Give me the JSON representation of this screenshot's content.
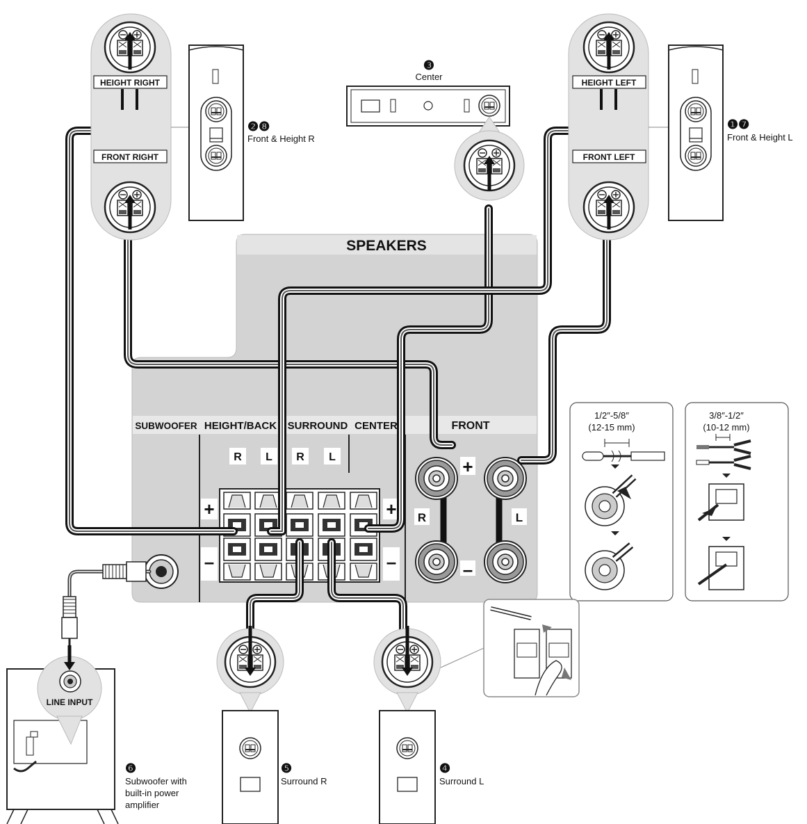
{
  "panel": {
    "title": "SPEAKERS",
    "sections": {
      "subwoofer": "SUBWOOFER",
      "height_back": "HEIGHT/BACK",
      "surround": "SURROUND",
      "center": "CENTER",
      "front": "FRONT"
    },
    "channel_letters": [
      "R",
      "L",
      "R",
      "L"
    ],
    "front_r": "R",
    "front_l": "L",
    "plus": "+",
    "minus": "–"
  },
  "speakers": {
    "front_height_r": {
      "number": "❷❽",
      "name": "Front & Height R",
      "upper_label": "HEIGHT RIGHT",
      "lower_label": "FRONT RIGHT"
    },
    "front_height_l": {
      "number": "❶❼",
      "name": "Front & Height L",
      "upper_label": "HEIGHT LEFT",
      "lower_label": "FRONT LEFT"
    },
    "center": {
      "number": "❸",
      "name": "Center"
    },
    "surround_r": {
      "number": "❺",
      "name": "Surround R"
    },
    "surround_l": {
      "number": "❹",
      "name": "Surround L"
    },
    "subwoofer": {
      "number": "❻",
      "line1": "Subwoofer with",
      "line2": "built-in power",
      "line3": "amplifier",
      "input_label": "LINE INPUT"
    }
  },
  "strip_guides": {
    "banana": {
      "line1": "1/2″-5/8″",
      "line2": "(12-15 mm)"
    },
    "spring": {
      "line1": "3/8″-1/2″",
      "line2": "(10-12 mm)"
    }
  },
  "colors": {
    "panel": "#d3d3d3",
    "panel_strip": "#e8e8e8",
    "bubble": "#e2e2e2",
    "wire_dark": "#333333"
  }
}
